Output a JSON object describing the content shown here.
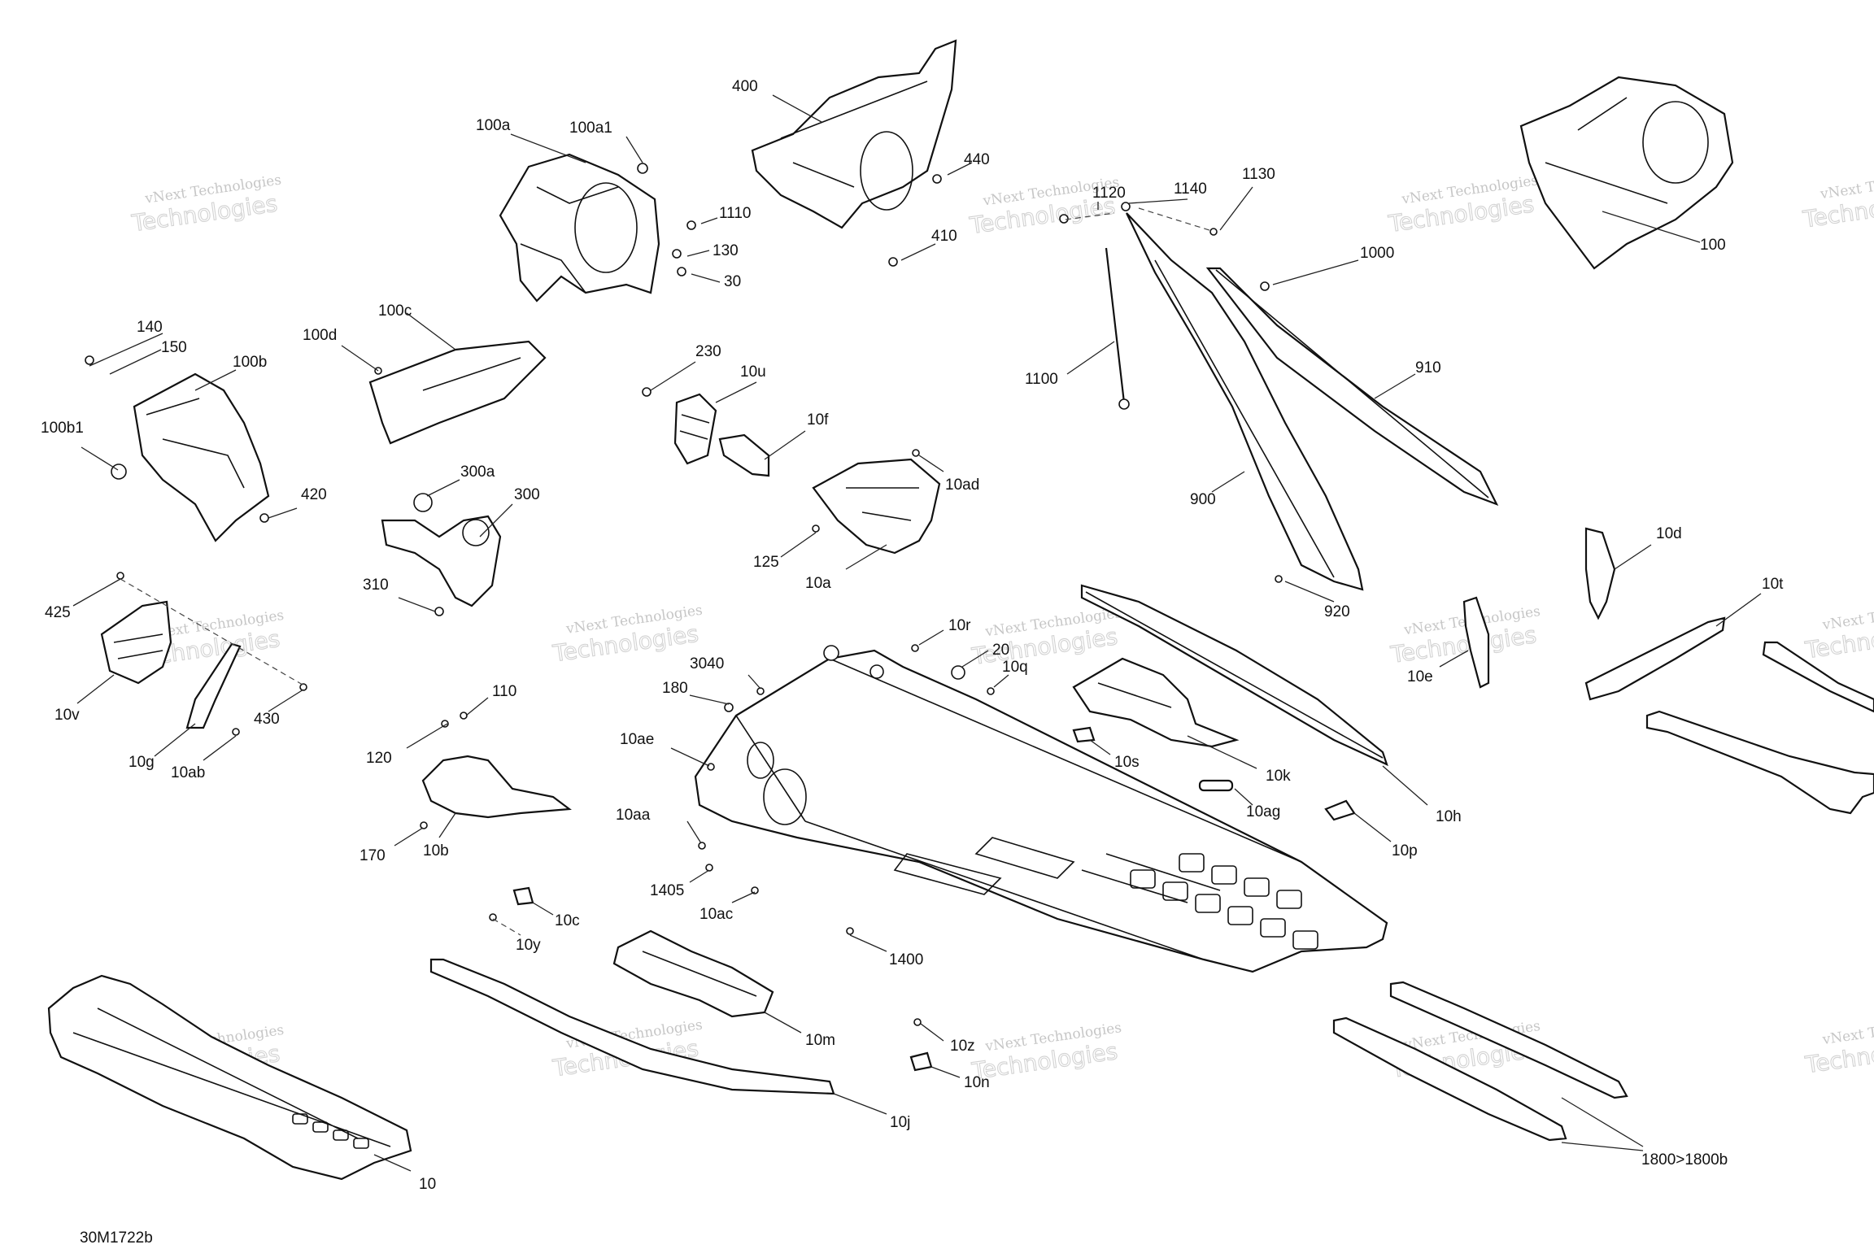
{
  "diagram_id": "30M1722b",
  "watermark": {
    "line1": "vNext Technologies",
    "line2": "Technologies"
  },
  "labels": {
    "p100a": "100a",
    "p100a1": "100a1",
    "p1110": "1110",
    "p130": "130",
    "p30": "30",
    "p400": "400",
    "p440": "440",
    "p410": "410",
    "p1120": "1120",
    "p1140": "1140",
    "p1130": "1130",
    "p1000": "1000",
    "p100": "100",
    "p910": "910",
    "p1100": "1100",
    "p900": "900",
    "p920": "920",
    "p140": "140",
    "p150": "150",
    "p100b": "100b",
    "p100b1": "100b1",
    "p420": "420",
    "p100d": "100d",
    "p100c": "100c",
    "p230": "230",
    "p10u": "10u",
    "p10f": "10f",
    "p300a": "300a",
    "p300": "300",
    "p310": "310",
    "p10ad": "10ad",
    "p125": "125",
    "p10a": "10a",
    "p425": "425",
    "p10v": "10v",
    "p430": "430",
    "p10g": "10g",
    "p10ab": "10ab",
    "p10r": "10r",
    "p3040": "3040",
    "p20": "20",
    "p180": "180",
    "p10q": "10q",
    "p10ae": "10ae",
    "p10aa": "10aa",
    "p1405": "1405",
    "p10ac": "10ac",
    "p1400": "1400",
    "p10s": "10s",
    "p10k": "10k",
    "p10ag": "10ag",
    "p10h": "10h",
    "p10p": "10p",
    "p10d": "10d",
    "p10e": "10e",
    "p10t": "10t",
    "p110": "110",
    "p120": "120",
    "p170": "170",
    "p10b": "10b",
    "p10c": "10c",
    "p10y": "10y",
    "p10m": "10m",
    "p10z": "10z",
    "p10n": "10n",
    "p10j": "10j",
    "p10": "10",
    "p1800": "1800>1800b"
  }
}
